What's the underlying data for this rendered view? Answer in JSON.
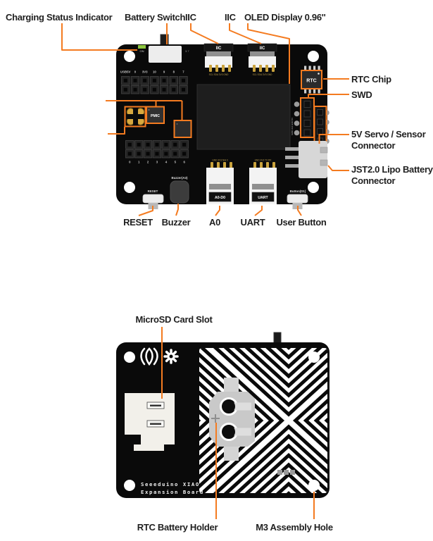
{
  "accent_color": "#f47b20",
  "front_view": {
    "callouts": {
      "charging": "Charging Status Indicator",
      "battery_switch": "Battery Switch",
      "iic_left": "IIC",
      "iic_right": "IIC",
      "oled": "OLED Display 0.96''",
      "rtc_chip": "RTC Chip",
      "swd": "SWD",
      "servo": {
        "line1": "5V Servo / Sensor",
        "line2": "Connector"
      },
      "jst": {
        "line1": "JST2.0 Lipo Battery",
        "line2": "Connector"
      },
      "reset": "RESET",
      "buzzer": "Buzzer",
      "a0": "A0",
      "uart": "UART",
      "user_button": "User Button"
    },
    "silkscreen": {
      "led": "ON",
      "switch_side": "3.7",
      "header_top": [
        "USB5V",
        "0",
        "3V3",
        "10",
        "9",
        "8",
        "7"
      ],
      "header_bottom": [
        "0",
        "1",
        "2",
        "3",
        "4",
        "5",
        "6"
      ],
      "iic_cap": "IIC",
      "iic_pins": "SCL SDA 3V3 GND",
      "pmic_chip": "PMIC",
      "rtc_chip": "RTC",
      "swd_side": "SWD 3V3 GND 5V",
      "a0_pins": "GND 3V3 N/A 0",
      "uart_pins": "GND 3V3 TX RX",
      "a0_cap": "A0-D0",
      "uart_cap": "UART",
      "reset": "RESET",
      "buzzer": "Buzzer(A3)",
      "button": "Button(D1)"
    }
  },
  "back_view": {
    "callouts": {
      "microsd": "MicroSD Card Slot",
      "rtc_battery": "RTC Battery Holder",
      "m3": "M3 Assembly Hole"
    },
    "silkscreen": {
      "line1": "Seeeduino XIAO",
      "line2": "Expansion Board"
    }
  }
}
